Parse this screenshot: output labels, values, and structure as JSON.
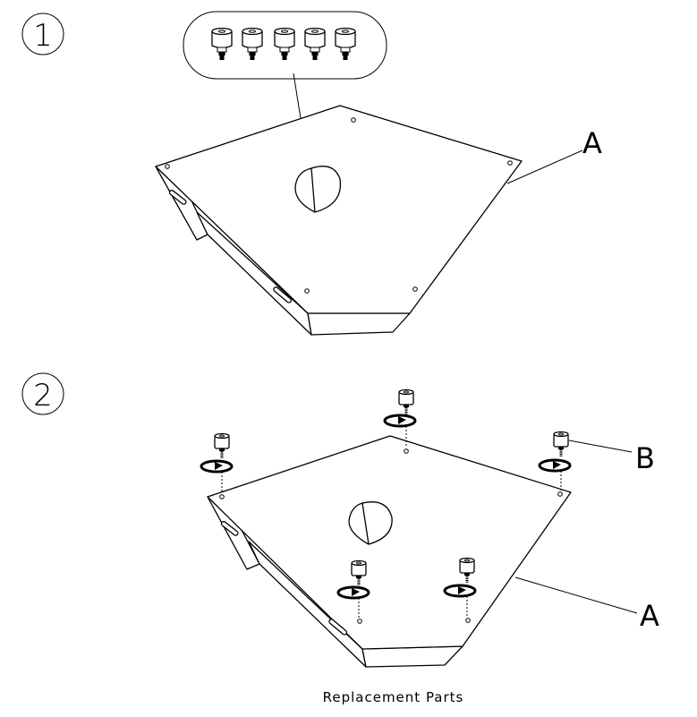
{
  "steps": {
    "step1_number": "1",
    "step2_number": "2"
  },
  "callouts": {
    "part_a": "A",
    "part_b": "B"
  },
  "caption": "Replacement Parts"
}
